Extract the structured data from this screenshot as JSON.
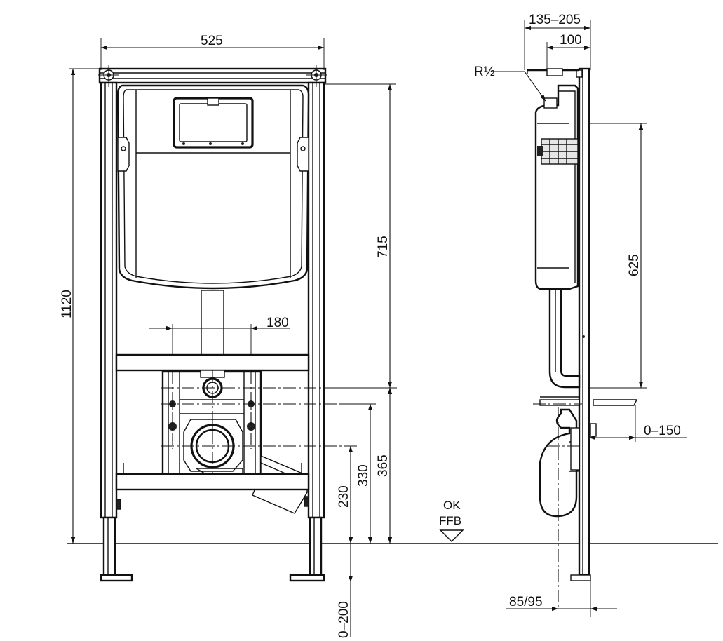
{
  "dimensions": {
    "frame_width": "525",
    "total_height": "1120",
    "cistern_height": "715",
    "bolt_spacing": "180",
    "waste_height": "365",
    "supply_height": "330",
    "lower_height": "230",
    "foot_adjust": "0–200",
    "depth_range": "135–205",
    "depth": "100",
    "connection": "R½",
    "side_height": "625",
    "pipe_adjust": "0–150",
    "bottom_depth": "85/95"
  },
  "floor_label": {
    "line1": "OK",
    "line2": "FFB"
  }
}
